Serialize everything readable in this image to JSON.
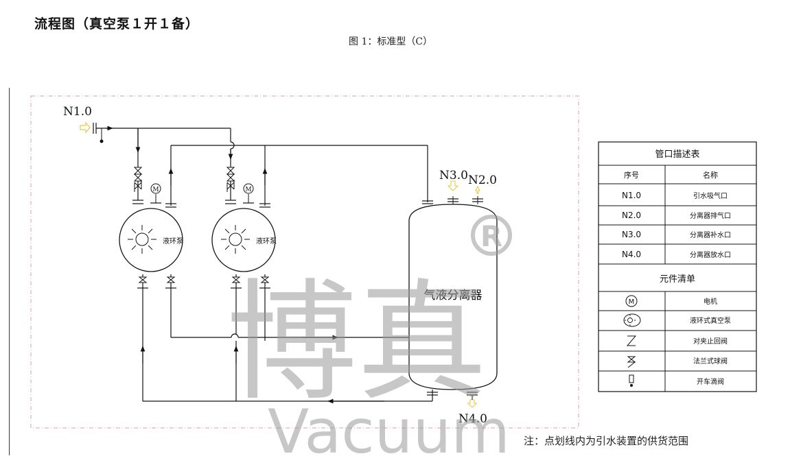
{
  "page_title": "流程图（真空泵１开１备）",
  "figure_caption": "图 1：标准型（C）",
  "footnote": "注：点划线内为引水装置的供货范围",
  "nozzles": {
    "n1": "N1.0",
    "n2": "N2.0",
    "n3": "N3.0",
    "n4": "N4.0"
  },
  "pumps": [
    {
      "label": "液环泵"
    },
    {
      "label": "液环泵"
    }
  ],
  "motor_symbol": "M",
  "separator_label": "气液分离器",
  "nozzle_table": {
    "title": "管口描述表",
    "headers": [
      "序号",
      "名称"
    ],
    "rows": [
      {
        "id": "N1.0",
        "name": "引水吸气口"
      },
      {
        "id": "N2.0",
        "name": "分离器排气口"
      },
      {
        "id": "N3.0",
        "name": "分离器补水口"
      },
      {
        "id": "N4.0",
        "name": "分离器放水口"
      }
    ]
  },
  "component_table": {
    "title": "元件清单",
    "rows": [
      {
        "icon": "motor-symbol-icon",
        "name": "电机"
      },
      {
        "icon": "liquid-ring-pump-symbol-icon",
        "name": "液环式真空泵"
      },
      {
        "icon": "check-valve-symbol-icon",
        "name": "对夹止回阀"
      },
      {
        "icon": "flange-ball-valve-symbol-icon",
        "name": "法兰式球阀"
      },
      {
        "icon": "drain-valve-symbol-icon",
        "name": "开车滴阀"
      }
    ]
  },
  "watermark": {
    "main": "博真",
    "sub": "Vacuum",
    "registered": "R"
  },
  "colors": {
    "boundary_dashed": "#d9a0a0",
    "nozzle_arrow": "#e8c84a",
    "line": "#111111",
    "watermark": "#9a9a9a"
  }
}
